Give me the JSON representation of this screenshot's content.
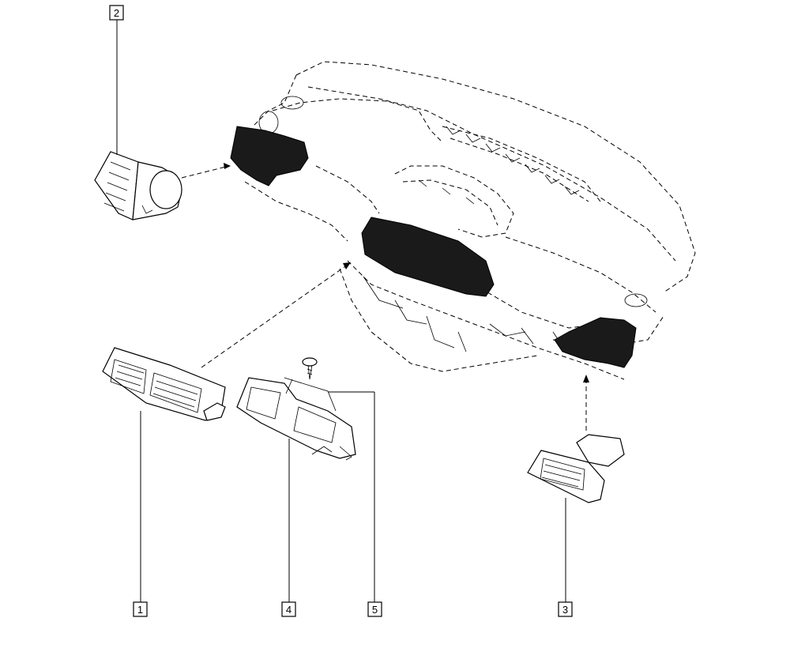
{
  "callouts": [
    {
      "id": "1",
      "label": "1"
    },
    {
      "id": "2",
      "label": "2"
    },
    {
      "id": "3",
      "label": "3"
    },
    {
      "id": "4",
      "label": "4"
    },
    {
      "id": "5",
      "label": "5"
    }
  ],
  "colors": {
    "line": "#000000",
    "background": "#ffffff",
    "vent_grille": "#1a1a1a"
  }
}
